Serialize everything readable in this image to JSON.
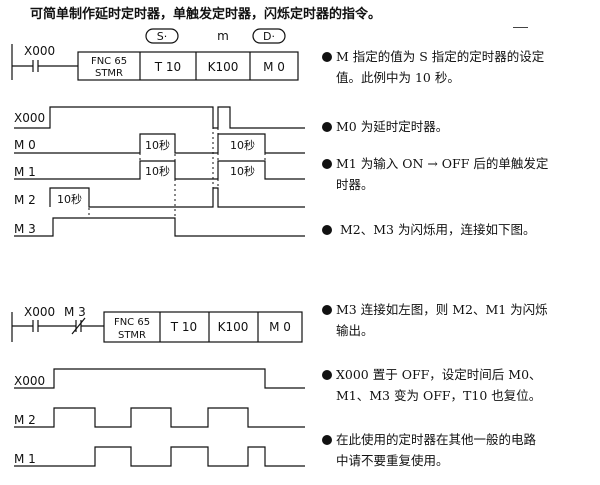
{
  "title": "可简单制作延时定时器，单触发定时器，闪烁定时器的指令。",
  "ladder1": {
    "operand_labels": [
      "S·",
      "m",
      "D·"
    ],
    "contact": "X000",
    "fnc_line1": "FNC 65",
    "fnc_line2": "STMR",
    "cells": [
      "T 10",
      "K100",
      "M  0"
    ]
  },
  "timing1": {
    "signals": [
      "X000",
      "M  0",
      "M  1",
      "M  2",
      "M  3"
    ],
    "delay_labels": [
      "10秒",
      "10秒",
      "10秒",
      "10秒",
      "10秒"
    ]
  },
  "notes1": [
    {
      "line1": "M 指定的值为 S 指定的定时器的设定",
      "line2": "值。此例中为 10 秒。"
    },
    {
      "line1": "M0 为延时定时器。",
      "line2": ""
    },
    {
      "line1": "M1 为输入 ON → OFF 后的单触发定",
      "line2": "时器。"
    },
    {
      "line1": " M2、M3 为闪烁用，连接如下图。",
      "line2": ""
    }
  ],
  "ladder2": {
    "contact1": "X000",
    "contact2": "M  3",
    "fnc_line1": "FNC 65",
    "fnc_line2": "STMR",
    "cells": [
      "T 10",
      "K100",
      "M  0"
    ]
  },
  "timing2": {
    "signals": [
      "X000",
      "M  2",
      "M  1"
    ]
  },
  "notes2": [
    {
      "line1": "M3 连接如左图，则 M2、M1 为闪烁",
      "line2": "输出。"
    },
    {
      "line1": "X000 置于 OFF，设定时间后 M0、",
      "line2": "M1、M3 变为 OFF，T10 也复位。"
    },
    {
      "line1": "在此使用的定时器在其他一般的电路",
      "line2": "中请不要重复使用。"
    }
  ]
}
